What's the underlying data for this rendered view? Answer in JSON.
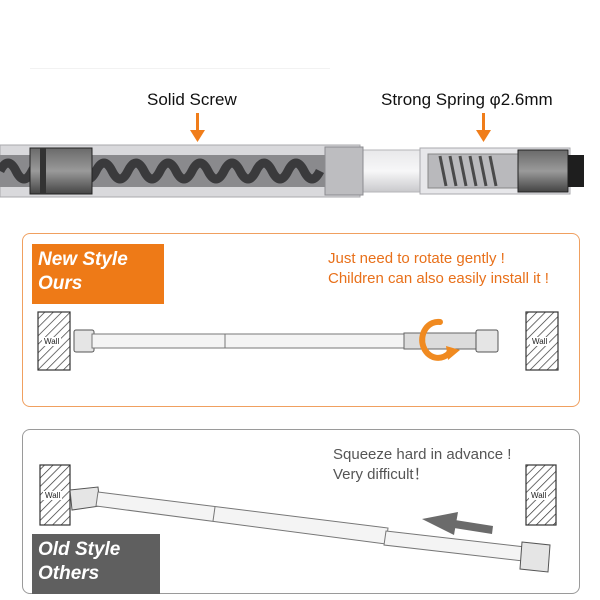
{
  "callouts": {
    "screw_label": "Solid Screw",
    "spring_label": "Strong Spring φ2.6mm"
  },
  "new_style": {
    "badge_line1": "New Style",
    "badge_line2": "Ours",
    "note_line1": "Just need to rotate gently !",
    "note_line2": "Children can also easily install it !",
    "wall_label": "Wall"
  },
  "old_style": {
    "badge_line1": "Old Style",
    "badge_line2": "Others",
    "note_line1": "Squeeze hard in advance !",
    "note_line2": "Very difficult！",
    "wall_label": "Wall"
  },
  "colors": {
    "accent_orange": "#f07d1a",
    "badge_orange": "#ee7a17",
    "badge_gray": "#5f5f5f",
    "panel_orange_border": "#f0a060",
    "panel_gray_border": "#9a9a9a",
    "note_orange": "#e8701a",
    "note_gray": "#555555"
  }
}
